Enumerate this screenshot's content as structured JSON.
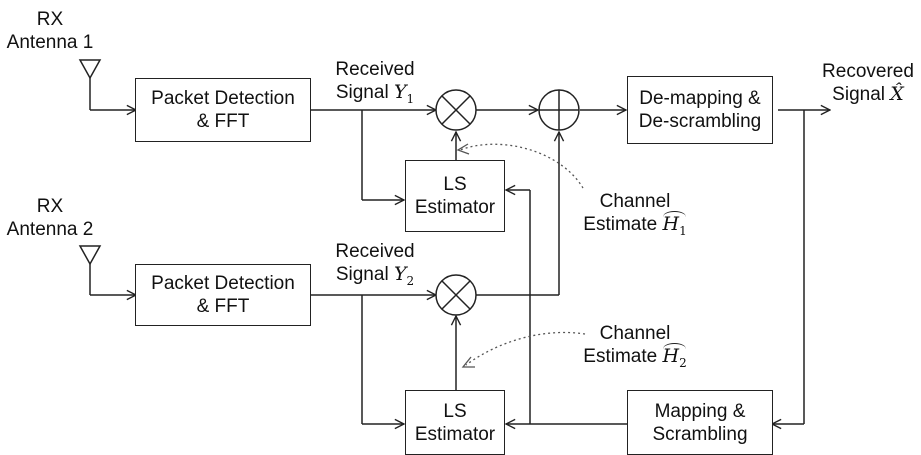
{
  "antennas": [
    {
      "line1": "RX",
      "line2": "Antenna 1"
    },
    {
      "line1": "RX",
      "line2": "Antenna 2"
    }
  ],
  "blocks": {
    "packet_detection_1": {
      "line1": "Packet Detection",
      "line2": "& FFT"
    },
    "packet_detection_2": {
      "line1": "Packet Detection",
      "line2": "& FFT"
    },
    "ls_estimator_1": {
      "line1": "LS",
      "line2": "Estimator"
    },
    "ls_estimator_2": {
      "line1": "LS",
      "line2": "Estimator"
    },
    "demapping": {
      "line1": "De-mapping &",
      "line2": "De-scrambling"
    },
    "mapping": {
      "line1": "Mapping &",
      "line2": "Scrambling"
    }
  },
  "signals": {
    "received_1": {
      "line1": "Received",
      "line2_text": "Signal",
      "symbol": "Y",
      "sub": "1"
    },
    "received_2": {
      "line1": "Received",
      "line2_text": "Signal",
      "symbol": "Y",
      "sub": "2"
    },
    "recovered": {
      "line1": "Recovered",
      "line2_text": "Signal",
      "symbol": "X̂"
    }
  },
  "annotations": {
    "channel_1": {
      "line1": "Channel",
      "line2_text": "Estimate",
      "symbol": "H",
      "sub": "1"
    },
    "channel_2": {
      "line1": "Channel",
      "line2_text": "Estimate",
      "symbol": "H",
      "sub": "2"
    }
  }
}
